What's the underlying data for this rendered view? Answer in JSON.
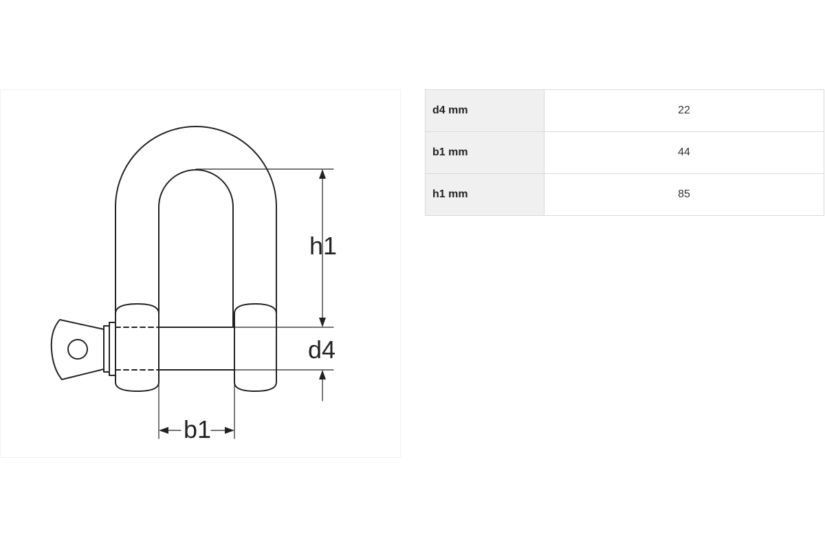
{
  "diagram": {
    "labels": {
      "h1": "h1",
      "d4": "d4",
      "b1": "b1"
    }
  },
  "specs": {
    "rows": [
      {
        "param": "d4 mm",
        "value": "22"
      },
      {
        "param": "b1 mm",
        "value": "44"
      },
      {
        "param": "h1 mm",
        "value": "85"
      }
    ]
  },
  "colors": {
    "line": "#222222",
    "table_border": "#d9d9d9",
    "header_cell_bg": "#f0f0f0"
  }
}
